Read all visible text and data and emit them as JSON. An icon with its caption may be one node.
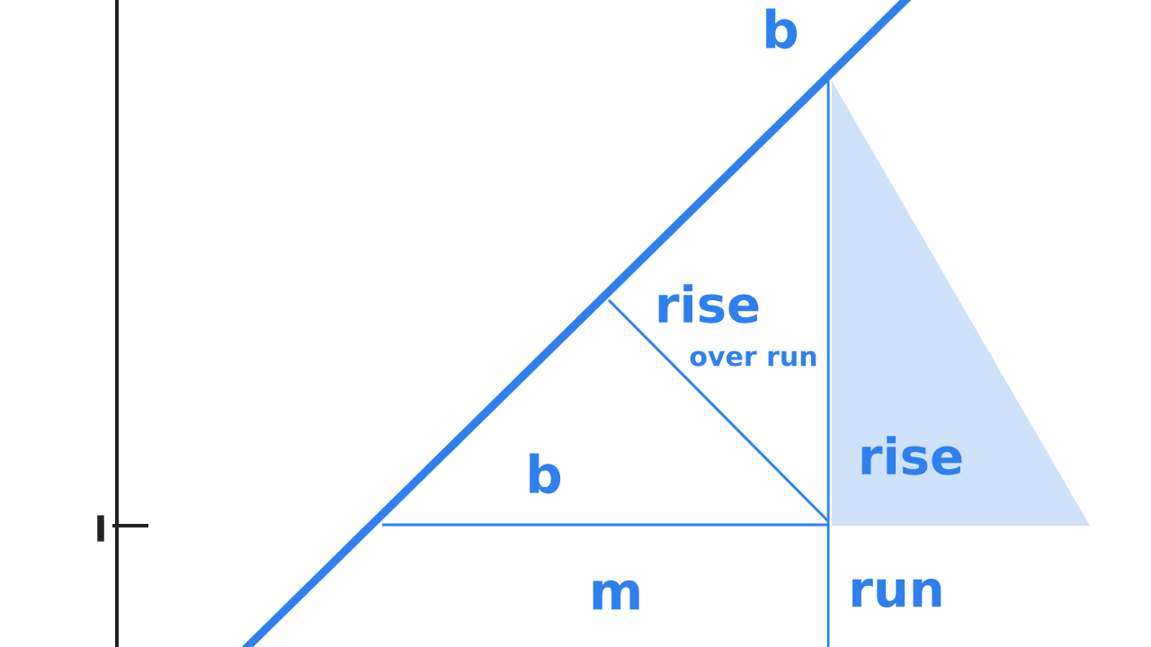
{
  "diagram": {
    "labels": [
      "b",
      "rise",
      "over run",
      "b",
      "rise",
      "I",
      "m",
      "run"
    ]
  }
}
